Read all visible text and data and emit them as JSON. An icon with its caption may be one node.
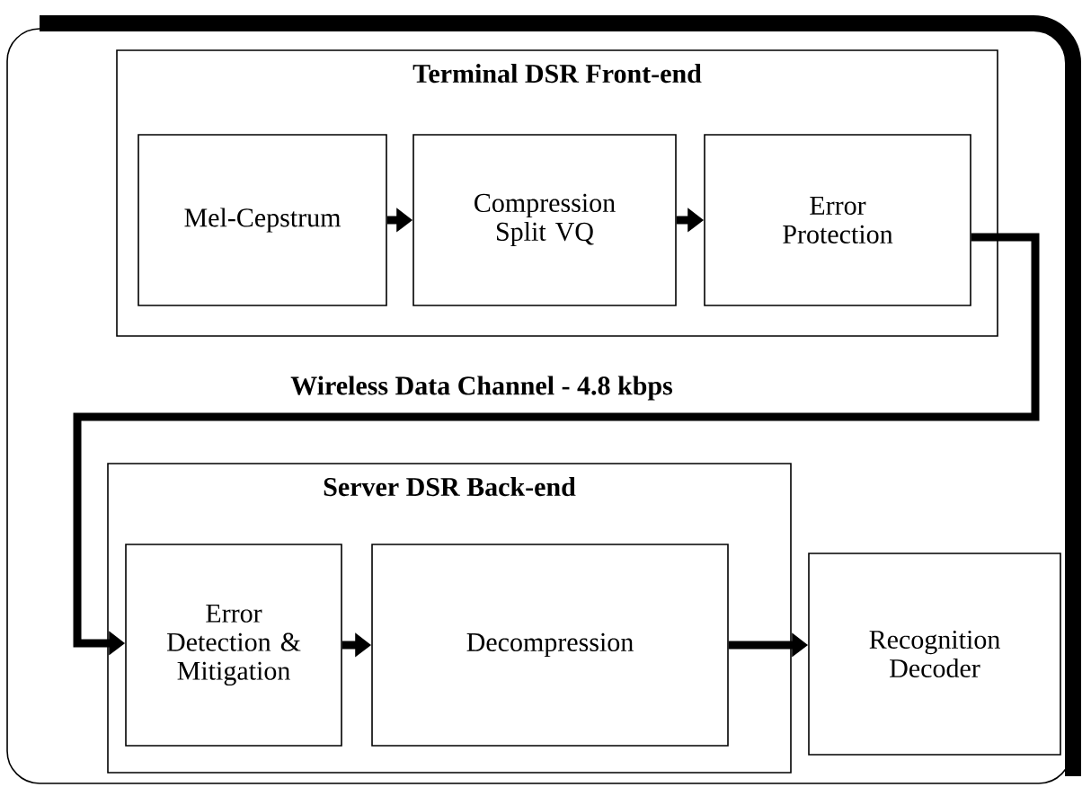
{
  "diagram": {
    "nodes": [
      {
        "text": [
          "Terminal DSR Front-end"
        ]
      },
      {
        "text": [
          "Mel-Cepstrum"
        ],
        "in": 0
      },
      {
        "text": [
          "Compression Split VQ"
        ],
        "in": 0
      },
      {
        "text": [
          "Error Protection"
        ],
        "in": 0
      },
      {
        "text": [
          "Server DSR Back-end"
        ]
      },
      {
        "text": [
          "Error Detection & Mitigation"
        ],
        "in": 4
      },
      {
        "text": [
          "Decompression"
        ],
        "in": 4
      },
      {
        "text": [
          "Recognition Decoder"
        ]
      }
    ],
    "edges": [
      {
        "from": 1,
        "to": 2,
        "arrow": "to"
      },
      {
        "from": 2,
        "to": 3,
        "arrow": "to"
      },
      {
        "from": 3,
        "to": 5,
        "arrow": "to",
        "label": "Wireless Data Channel - 4.8 kbps"
      },
      {
        "from": 5,
        "to": 6,
        "arrow": "to"
      },
      {
        "from": 6,
        "to": 7,
        "arrow": "to"
      }
    ]
  }
}
